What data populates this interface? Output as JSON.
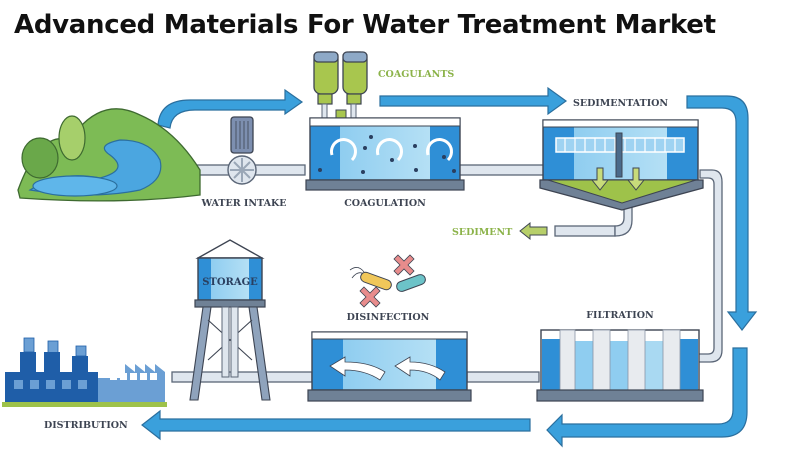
{
  "title": "Advanced Materials For Water Treatment Market",
  "stages": {
    "water_intake": "WATER INTAKE",
    "coagulants": "COAGULANTS",
    "coagulation": "COAGULATION",
    "sedimentation": "SEDIMENTATION",
    "sediment": "SEDIMENT",
    "storage": "STORAGE",
    "disinfection": "DISINFECTION",
    "filtration": "FILTRATION",
    "distribution": "DISTRIBUTION"
  },
  "colors": {
    "flow_arrow": "#3aa0dc",
    "flow_arrow_outline": "#2b6f9e",
    "water_dark": "#2f8fd6",
    "water_light": "#a9d9f2",
    "pipe": "#dfe6ee",
    "pipe_outline": "#5b6677",
    "tank_base": "#6f8196",
    "chemical_green": "#a8c64e",
    "sediment_green": "#9ec24a",
    "hill_green": "#7dbb55",
    "factory_blue": "#1f5ea8",
    "factory_light": "#6b9fd4"
  }
}
